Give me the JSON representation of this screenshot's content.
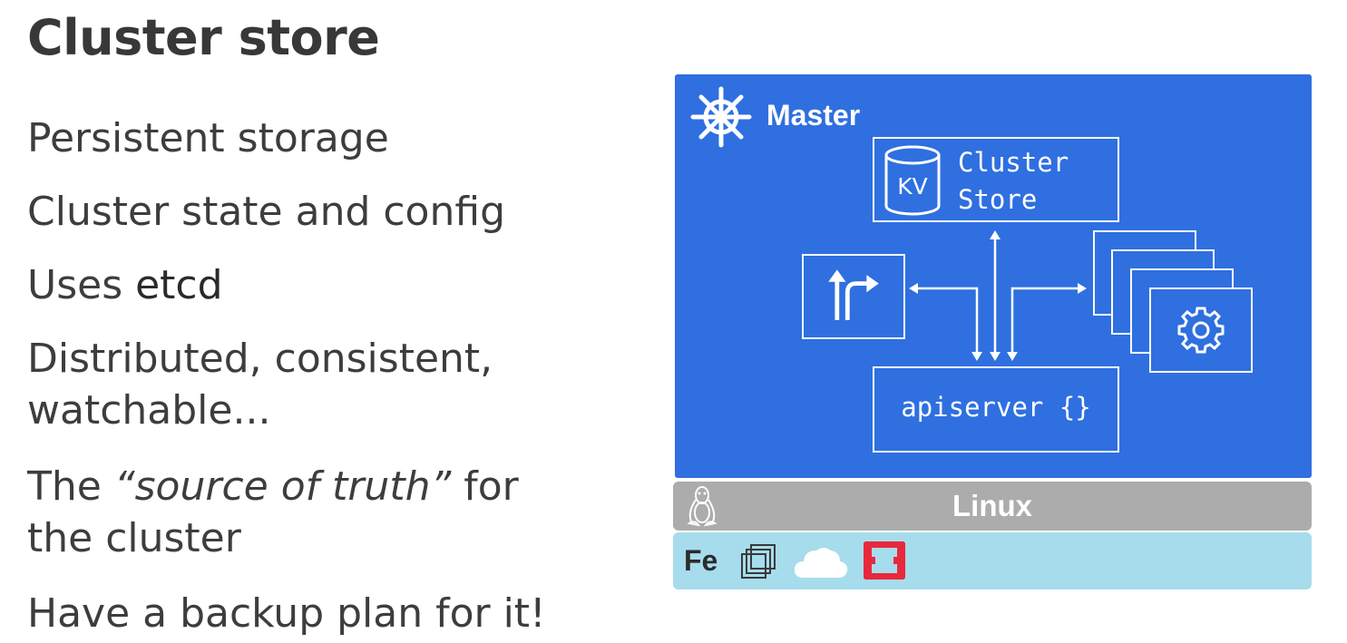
{
  "slide": {
    "title": "Cluster store"
  },
  "bullets": {
    "b1": "Persistent storage",
    "b2": "Cluster state and config",
    "b3_prefix": "Uses ",
    "b3_em": "etcd",
    "b4_line1": "Distributed, consistent,",
    "b4_line2": "watchable...",
    "b5_prefix": "The ",
    "b5_em": "“source of truth”",
    "b5_suffix": " for",
    "b5_line2": "the cluster",
    "b6": "Have a backup plan for it!"
  },
  "diagram": {
    "master_label": "Master",
    "kv_label": "KV",
    "store_line1": "Cluster",
    "store_line2": "Store",
    "api_label": "apiserver {}",
    "linux_label": "Linux",
    "fe_label": "Fe",
    "colors": {
      "master_bg": "#2f6fe0",
      "linux_bg": "#acacac",
      "infra_bg": "#a7dcec",
      "openstack_red": "#e8283c"
    },
    "icons": [
      "helm-wheel-icon",
      "database-icon",
      "scheduler-arrow-icon",
      "gear-icon",
      "tux-icon",
      "vm-stack-icon",
      "cloud-icon",
      "openstack-icon"
    ]
  }
}
